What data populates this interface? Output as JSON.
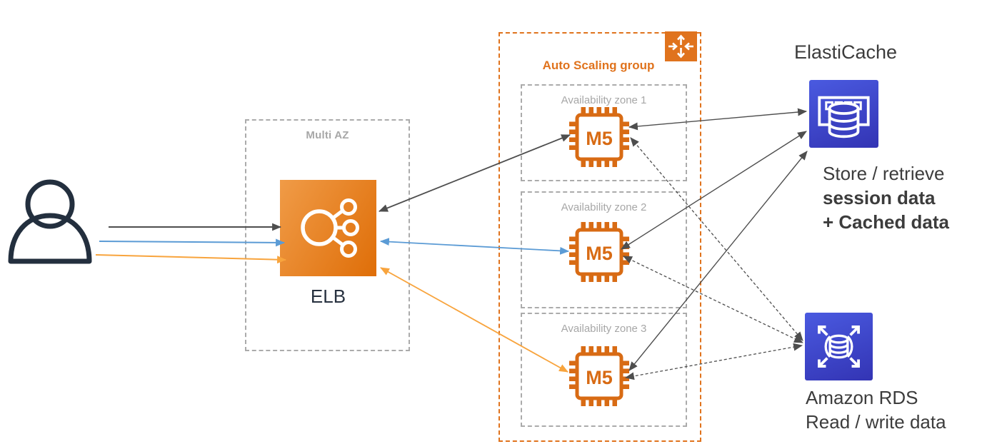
{
  "colors": {
    "arrow_black": "#4E4E4E",
    "arrow_blue": "#5B9BD5",
    "arrow_orange": "#F8A43D",
    "orange_border": "#E0731D",
    "gray_border": "#ABABAB",
    "gray_label": "#A7A7A7",
    "chip_orange": "#D86B14",
    "elb_grad_1": "#F09B47",
    "elb_grad_2": "#DF6E08",
    "blue_grad_1": "#4A5AE0",
    "blue_grad_2": "#3334B4",
    "user_icon": "#232F3E",
    "text_dark": "#27313F",
    "caption": "#3C3C3C"
  },
  "icons": {
    "user": "person-icon",
    "elb": "load-balancer-icon",
    "asg": "auto-scaling-icon",
    "instance": "m5-chip-icon",
    "elasticache": "elasticache-memory-db-icon",
    "rds": "rds-database-icon"
  },
  "diagram": {
    "elb": {
      "box_label": "Multi AZ",
      "label": "ELB"
    },
    "asg": {
      "label": "Auto Scaling group",
      "zones": [
        {
          "label": "Availability zone 1",
          "instance": "M5"
        },
        {
          "label": "Availability zone 2",
          "instance": "M5"
        },
        {
          "label": "Availability zone 3",
          "instance": "M5"
        }
      ]
    },
    "elasticache": {
      "title": "ElastiCache",
      "caption_line1": "Store / retrieve",
      "caption_line2": "session data",
      "caption_line3": "+ Cached data"
    },
    "rds": {
      "caption_line1": "Amazon RDS",
      "caption_line2": "Read / write data"
    }
  },
  "edges": [
    {
      "id": "user-elb-1",
      "from": "user",
      "to": "elb",
      "color": "black",
      "style": "solid",
      "bidirectional": false
    },
    {
      "id": "user-elb-2",
      "from": "user",
      "to": "elb",
      "color": "blue",
      "style": "solid",
      "bidirectional": false
    },
    {
      "id": "user-elb-3",
      "from": "user",
      "to": "elb",
      "color": "orange",
      "style": "solid",
      "bidirectional": false
    },
    {
      "id": "elb-m5-1",
      "from": "elb",
      "to": "m5-az1",
      "color": "black",
      "style": "solid",
      "bidirectional": true
    },
    {
      "id": "elb-m5-2",
      "from": "elb",
      "to": "m5-az2",
      "color": "blue",
      "style": "solid",
      "bidirectional": true
    },
    {
      "id": "elb-m5-3",
      "from": "elb",
      "to": "m5-az3",
      "color": "orange",
      "style": "solid",
      "bidirectional": true
    },
    {
      "id": "m5-ec-1",
      "from": "m5-az1",
      "to": "elasticache",
      "color": "black",
      "style": "solid",
      "bidirectional": true
    },
    {
      "id": "m5-ec-2",
      "from": "m5-az2",
      "to": "elasticache",
      "color": "black",
      "style": "solid",
      "bidirectional": true
    },
    {
      "id": "m5-ec-3",
      "from": "m5-az3",
      "to": "elasticache",
      "color": "black",
      "style": "solid",
      "bidirectional": true
    },
    {
      "id": "m5-rds-1",
      "from": "m5-az1",
      "to": "rds",
      "color": "black",
      "style": "dashed",
      "bidirectional": true
    },
    {
      "id": "m5-rds-2",
      "from": "m5-az2",
      "to": "rds",
      "color": "black",
      "style": "dashed",
      "bidirectional": true
    },
    {
      "id": "m5-rds-3",
      "from": "m5-az3",
      "to": "rds",
      "color": "black",
      "style": "dashed",
      "bidirectional": true
    }
  ]
}
